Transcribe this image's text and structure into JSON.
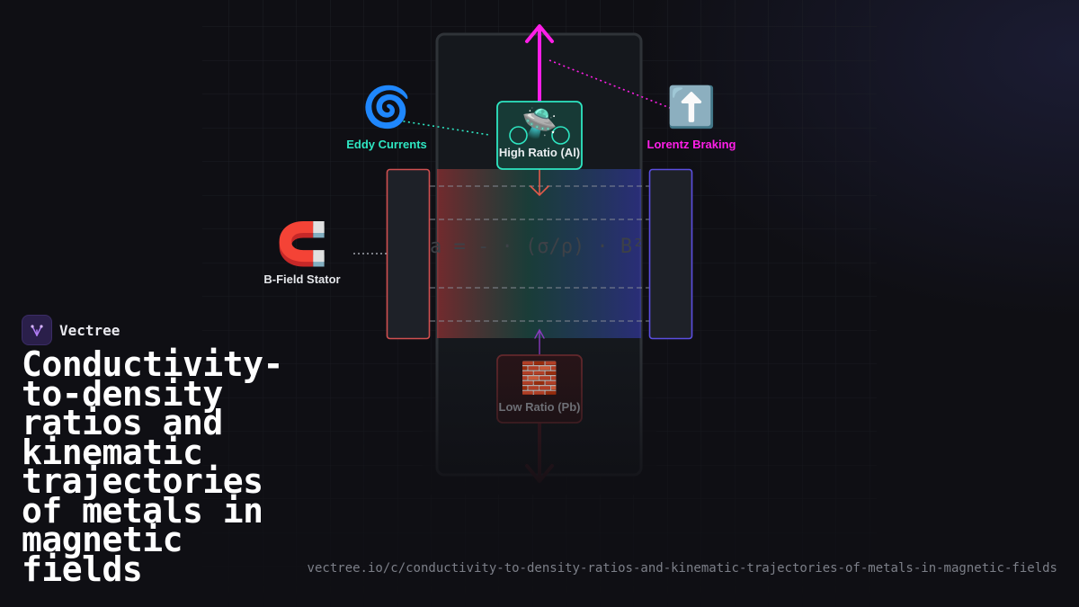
{
  "brand": {
    "name": "Vectree"
  },
  "title": "Conductivity-to-density ratios and kinematic trajectories of metals in magnetic fields",
  "url": "vectree.io/c/conductivity-to-density-ratios-and-kinematic-trajectories-of-metals-in-magnetic-fields",
  "diagram": {
    "formula": "a = - · (σ/ρ) · B²",
    "nodes": {
      "eddy": {
        "label": "Eddy Currents",
        "icon": "cyclone-icon",
        "glyph": "🌀",
        "color": "#2ee6c2"
      },
      "lorentz": {
        "label": "Lorentz Braking",
        "icon": "up-arrow-icon",
        "glyph": "⬆️",
        "color": "#ff1fe8"
      },
      "stator": {
        "label": "B-Field Stator",
        "icon": "magnet-icon",
        "glyph": "🧲",
        "color": "#e4e6ea"
      },
      "high": {
        "label": "High Ratio (Al)",
        "icon": "ufo-icon",
        "glyph": "🛸",
        "color": "#2ee6c2"
      },
      "low": {
        "label": "Low Ratio (Pb)",
        "icon": "brick-icon",
        "glyph": "🧱",
        "color": "#e05a4a"
      }
    },
    "colors": {
      "accent_magenta": "#ff1fe8",
      "accent_teal": "#2ee6c2",
      "accent_red": "#e05a4a",
      "accent_blue": "#5b4ee0"
    }
  }
}
